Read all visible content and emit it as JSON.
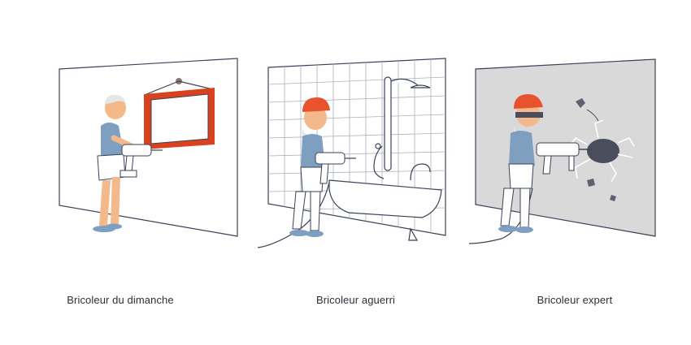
{
  "panels": [
    {
      "caption": "Bricoleur du dimanche"
    },
    {
      "caption": "Bricoleur aguerri"
    },
    {
      "caption": "Bricoleur expert"
    }
  ],
  "colors": {
    "outline": "#3b4258",
    "shirt": "#7f9fc0",
    "skin": "#f4b98a",
    "helmet": "#e8532e",
    "frame": "#d8421e",
    "concrete": "#d9d9d9"
  }
}
